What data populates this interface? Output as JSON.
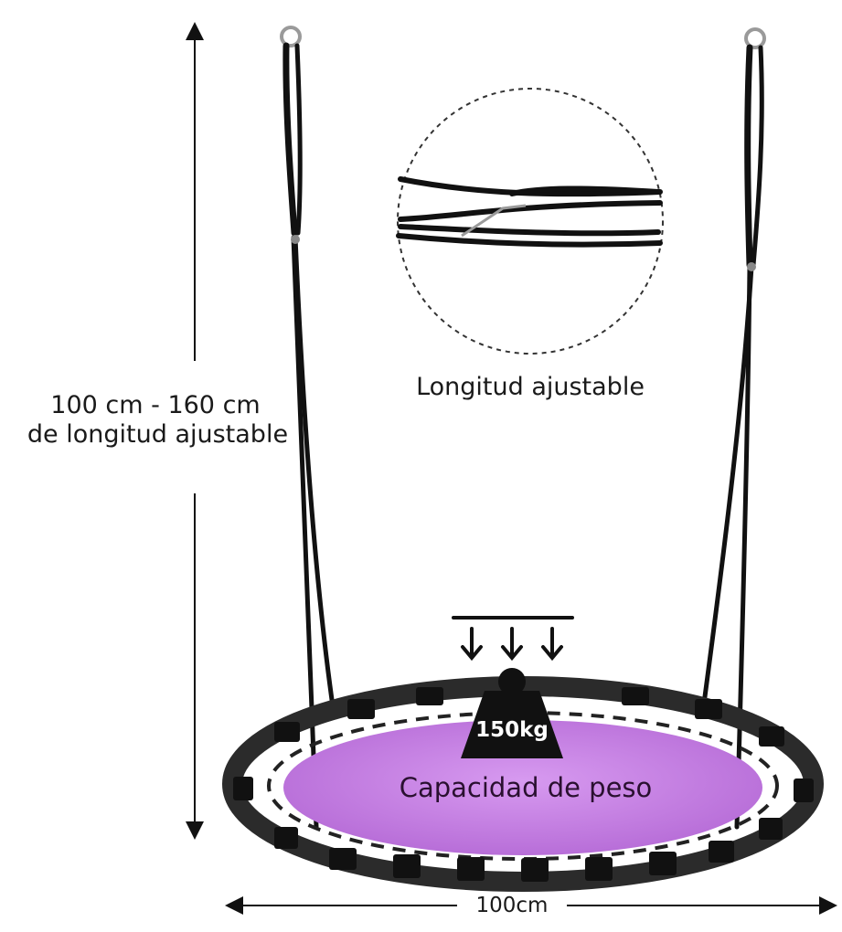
{
  "height_label": {
    "line1": "100 cm - 160 cm",
    "line2": "de longitud ajustable"
  },
  "detail_label": "Longitud ajustable",
  "weight": {
    "value": "150kg",
    "label": "Capacidad de peso"
  },
  "width_label": "100cm",
  "colors": {
    "seat_fabric": "#c77fe0",
    "frame": "#2b2b2b",
    "rope": "#111111",
    "weight_icon": "#111111"
  },
  "icons": [
    "weight-icon",
    "down-arrow-icon",
    "ring-icon"
  ]
}
